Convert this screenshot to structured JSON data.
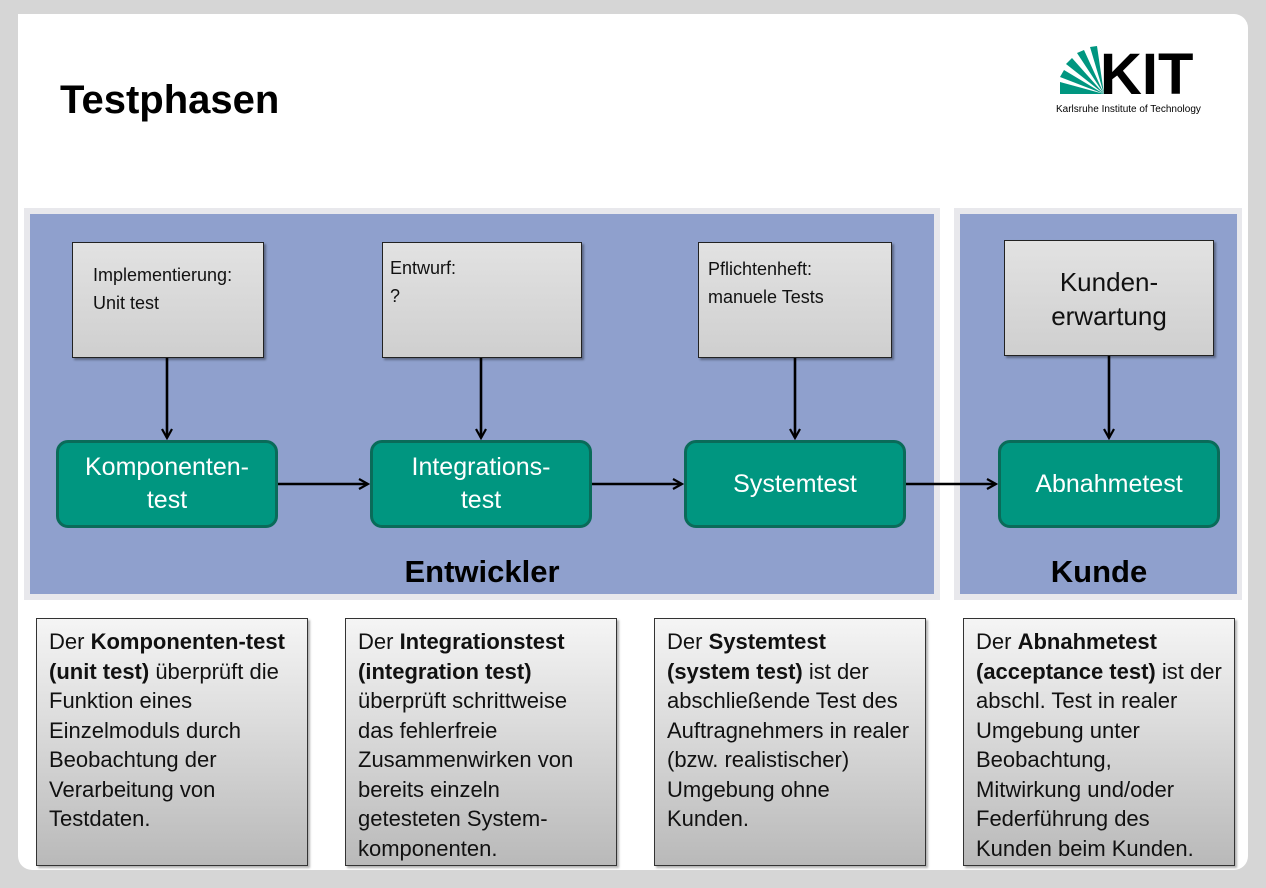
{
  "title": "Testphasen",
  "logo": {
    "mark": "KIT",
    "subtitle": "Karlsruhe Institute of Technology"
  },
  "groups": {
    "entwickler": "Entwickler",
    "kunde": "Kunde"
  },
  "inputs": [
    {
      "line1": "Implementierung:",
      "line2": "Unit test"
    },
    {
      "line1": "Entwurf:",
      "line2": "?"
    },
    {
      "line1": "Pflichtenheft:",
      "line2": "manuele Tests"
    },
    {
      "line1": "Kunden-",
      "line2": "erwartung"
    }
  ],
  "phases": [
    {
      "line1": "Komponenten-",
      "line2": "test"
    },
    {
      "line1": "Integrations-",
      "line2": "test"
    },
    {
      "line1": "Systemtest",
      "line2": ""
    },
    {
      "line1": "Abnahmetest",
      "line2": ""
    }
  ],
  "descriptions": [
    {
      "pre": "Der ",
      "bold": "Komponenten-test (unit test)",
      "post": " überprüft die Funktion eines Einzelmoduls durch Beobachtung der Verarbeitung von Testdaten."
    },
    {
      "pre": "Der ",
      "bold": "Integrationstest (integration test)",
      "post": " überprüft schrittweise das fehlerfreie Zusammenwirken von bereits einzeln getesteten System-komponenten."
    },
    {
      "pre": "Der ",
      "bold": "Systemtest (system test)",
      "post": " ist der abschließende Test des Auftragnehmers in realer (bzw. realistischer) Umgebung ohne Kunden."
    },
    {
      "pre": "Der ",
      "bold": "Abnahmetest (acceptance test)",
      "post": " ist der abschl. Test in realer Umgebung unter Beobachtung, Mitwirkung und/oder Federführung des Kunden beim Kunden."
    }
  ],
  "colors": {
    "panel": "#8fa0cd",
    "phase": "#009680",
    "logo_green": "#009680"
  }
}
